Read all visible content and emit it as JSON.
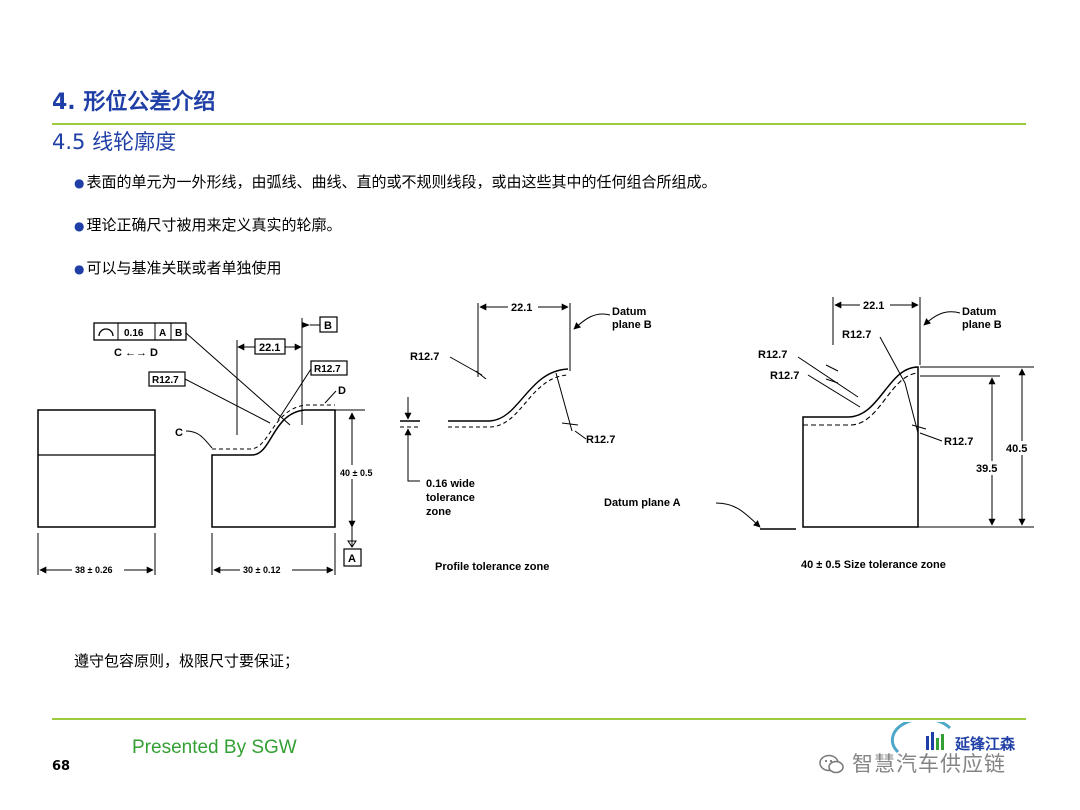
{
  "header": {
    "title": "4. 形位公差介绍",
    "subtitle": "4.5 线轮廓度"
  },
  "bullets": [
    "表面的单元为一外形线，由弧线、曲线、直的或不规则线段，或由这些其中的任何组合所组成。",
    "理论正确尺寸被用来定义真实的轮廓。",
    "可以与基准关联或者单独使用"
  ],
  "figure1": {
    "fcf_tolerance": "0.16",
    "fcf_datum_a": "A",
    "fcf_datum_b": "B",
    "between": "C ←→ D",
    "datum_b": "B",
    "datum_a": "A",
    "dim_22": "22.1",
    "r1": "R12.7",
    "r2": "R12.7",
    "label_c": "C",
    "label_d": "D",
    "dim_height": "40 ± 0.5",
    "dim_left_width": "38 ± 0.26",
    "dim_right_width": "30 ± 0.12"
  },
  "figure2": {
    "dim_22": "22.1",
    "datum_b": "Datum\nplane B",
    "r_top": "R12.7",
    "r_bottom": "R12.7",
    "zone": "0.16 wide\ntolerance\nzone",
    "caption": "Profile tolerance zone"
  },
  "figure3": {
    "dim_22": "22.1",
    "datum_b": "Datum\nplane B",
    "r_top": "R12.7",
    "r_left1": "R12.7",
    "r_left2": "R12.7",
    "r_right": "R12.7",
    "dim_405": "40.5",
    "dim_395": "39.5",
    "datum_a": "Datum plane A",
    "caption": "40 ± 0.5 Size tolerance zone"
  },
  "note": "遵守包容原则，极限尺寸要保证；",
  "footer": {
    "presented": "Presented By SGW",
    "page": "68",
    "logo_text": "延锋江森",
    "watermark": "智慧汽车供应链"
  },
  "colors": {
    "title": "#1F3FA6",
    "rule": "#9CCB3B",
    "footer": "#34A034"
  }
}
